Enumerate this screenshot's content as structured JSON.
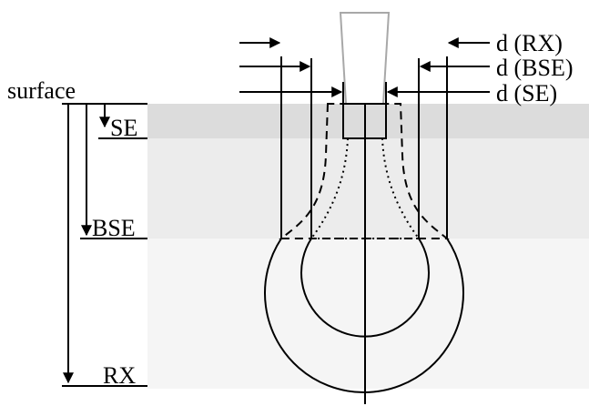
{
  "labels": {
    "surface": "surface",
    "se": "SE",
    "bse": "BSE",
    "rx": "RX",
    "d_rx": "d (RX)",
    "d_bse": "d (BSE)",
    "d_se": "d (SE)"
  },
  "colors": {
    "se_band": "#dcdcdc",
    "bse_band": "#ececec",
    "rx_band": "#f5f5f5",
    "beam_outline": "#a8a8a8",
    "line": "#000000"
  },
  "icons": {
    "depth_arrow": "arrow-down-icon",
    "width_arrow": "arrow-right-icon / arrow-left-icon"
  }
}
